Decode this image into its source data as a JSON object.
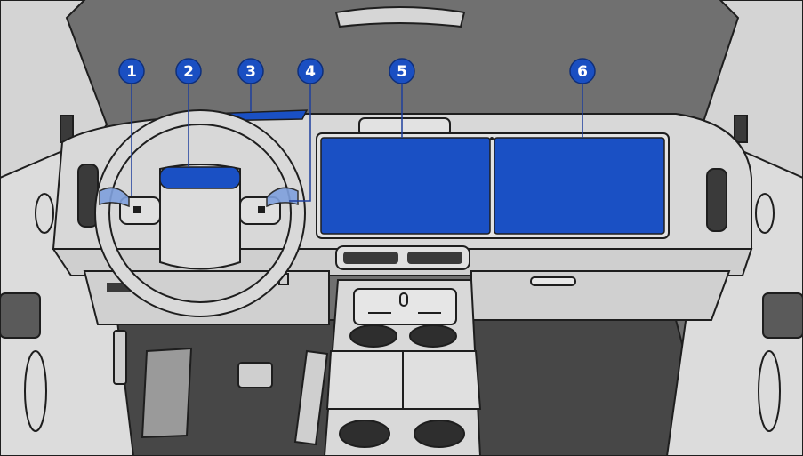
{
  "callouts": {
    "c1": "1",
    "c2": "2",
    "c3": "3",
    "c4": "4",
    "c5": "5",
    "c6": "6"
  },
  "colors": {
    "highlight": "#1a50c4",
    "callout_badge": "#1a4fc2",
    "background_window": "#6f6f6f",
    "pillar": "#d9d9d9",
    "dash": "#d8d8d8",
    "floor": "#4a4a4a",
    "outline": "#1e1e1e"
  },
  "icons": [
    "steering-wheel",
    "center-screen",
    "passenger-screen",
    "air-vent",
    "pedal",
    "cup-holder"
  ]
}
